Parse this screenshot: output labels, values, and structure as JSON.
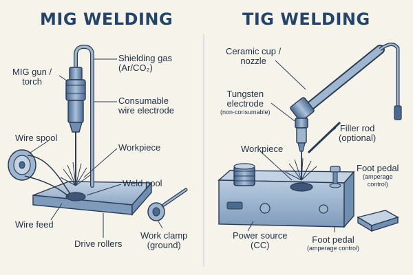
{
  "mig": {
    "title": "MIG WELDING",
    "labels": {
      "gun": [
        "MIG gun /",
        "torch"
      ],
      "shielding_gas": [
        "Shielding gas",
        "(Ar/CO₂)"
      ],
      "electrode": [
        "Consumable",
        "wire electrode"
      ],
      "wire_spool": "Wire spool",
      "workpiece": "Workpiece",
      "weld_pool": "Weld pool",
      "wire_feed": "Wire feed",
      "drive_rollers": "Drive rollers",
      "work_clamp": [
        "Work clamp",
        "(ground)"
      ]
    }
  },
  "tig": {
    "title": "TIG WELDING",
    "labels": {
      "cup": [
        "Ceramic cup /",
        "nozzle"
      ],
      "tungsten": [
        "Tungsten",
        "electrode"
      ],
      "tungsten_note": "(non-consumable)",
      "filler": [
        "Filler rod",
        "(optional)"
      ],
      "workpiece": "Workpiece",
      "foot_pedal_top": "Foot pedal",
      "foot_pedal_top_note": [
        "(amperage",
        "control)"
      ],
      "power_source": [
        "Power source",
        "(CC)"
      ],
      "foot_pedal_bottom": "Foot pedal",
      "foot_pedal_bottom_note": "(amperage control)"
    }
  },
  "colors": {
    "background": "#f6f3ea",
    "title": "#25446a",
    "outline": "#2a3a52",
    "metal_light": "#9fb6cf",
    "metal_mid": "#6f8fb2",
    "metal_dark": "#4a6a90",
    "text": "#1e2f45"
  }
}
